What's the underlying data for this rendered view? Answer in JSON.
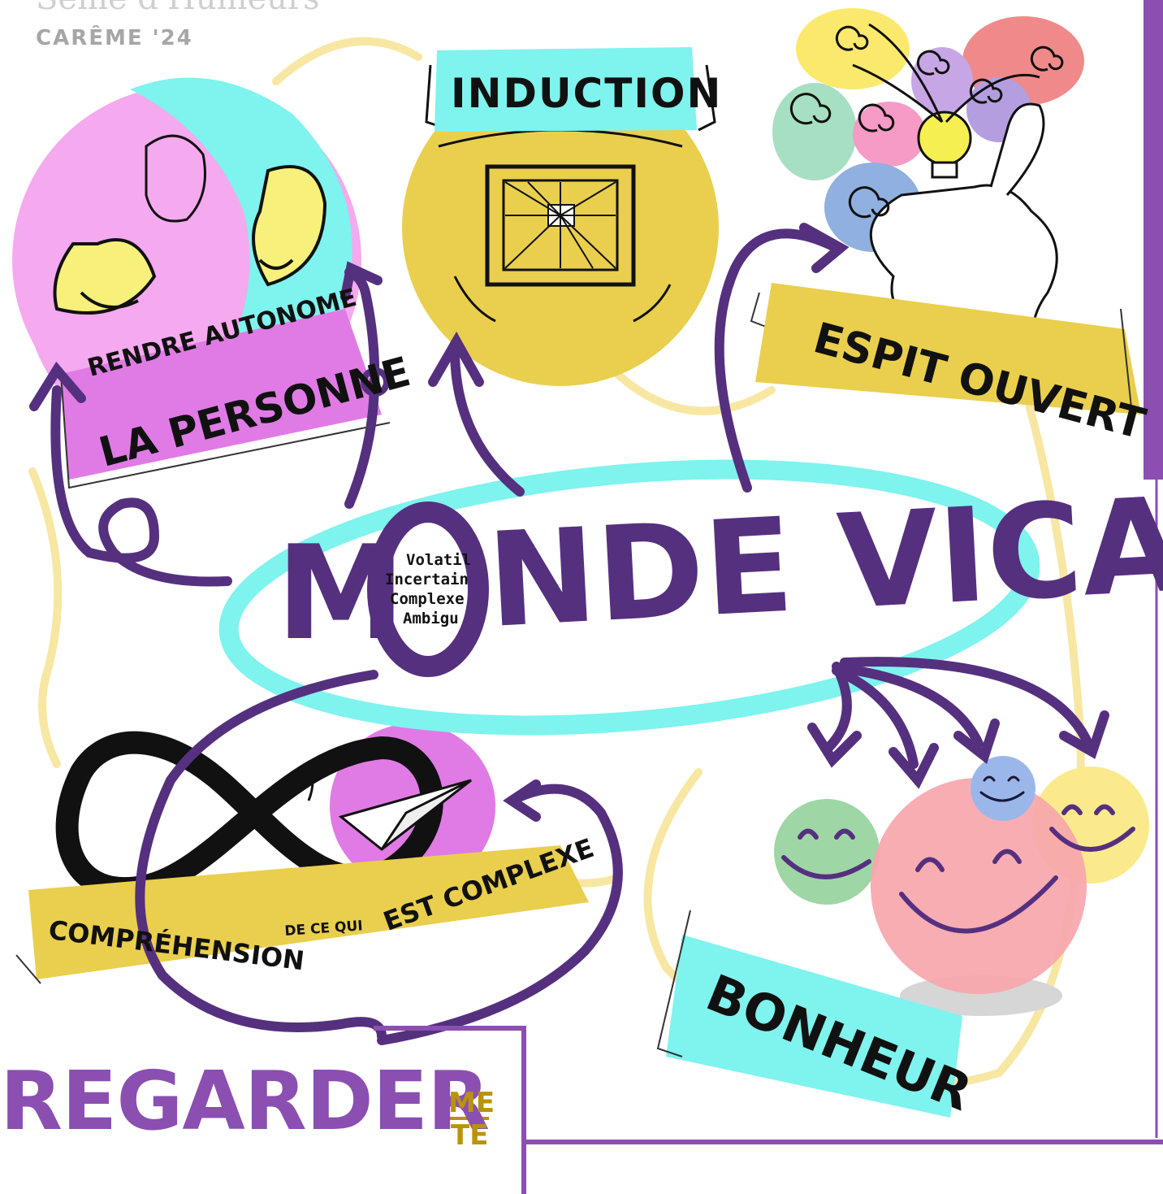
{
  "header": {
    "title_partial": "Semé d'Humeurs",
    "subtitle": "CARÊME '24"
  },
  "center": {
    "word_start": "M",
    "word_end": "NDE VICA",
    "vica": [
      "Volatil",
      "Incertain",
      "Complexe",
      "Ambigu"
    ]
  },
  "nodes": {
    "induction": "INDUCTION",
    "autonome_line1": "RENDRE AUTONOME",
    "autonome_line2": "LA PERSONNE",
    "esprit": "ESPIT OUVERT",
    "comprehension_a": "COMPRÉHENSION",
    "comprehension_b": "DE CE QUI",
    "comprehension_c": "EST COMPLEXE",
    "bonheur": "BONHEUR"
  },
  "footer": {
    "brand": "REGARDER",
    "logo_top": "ME",
    "logo_bottom": "TE"
  },
  "colors": {
    "purple": "#55307f",
    "brand_purple": "#8a4fb0",
    "cyan": "#7ff3ee",
    "gold": "#e9cf4d",
    "pink": "#f5a9ef",
    "magenta": "#e07be6",
    "gold_logo": "#b9930b"
  }
}
